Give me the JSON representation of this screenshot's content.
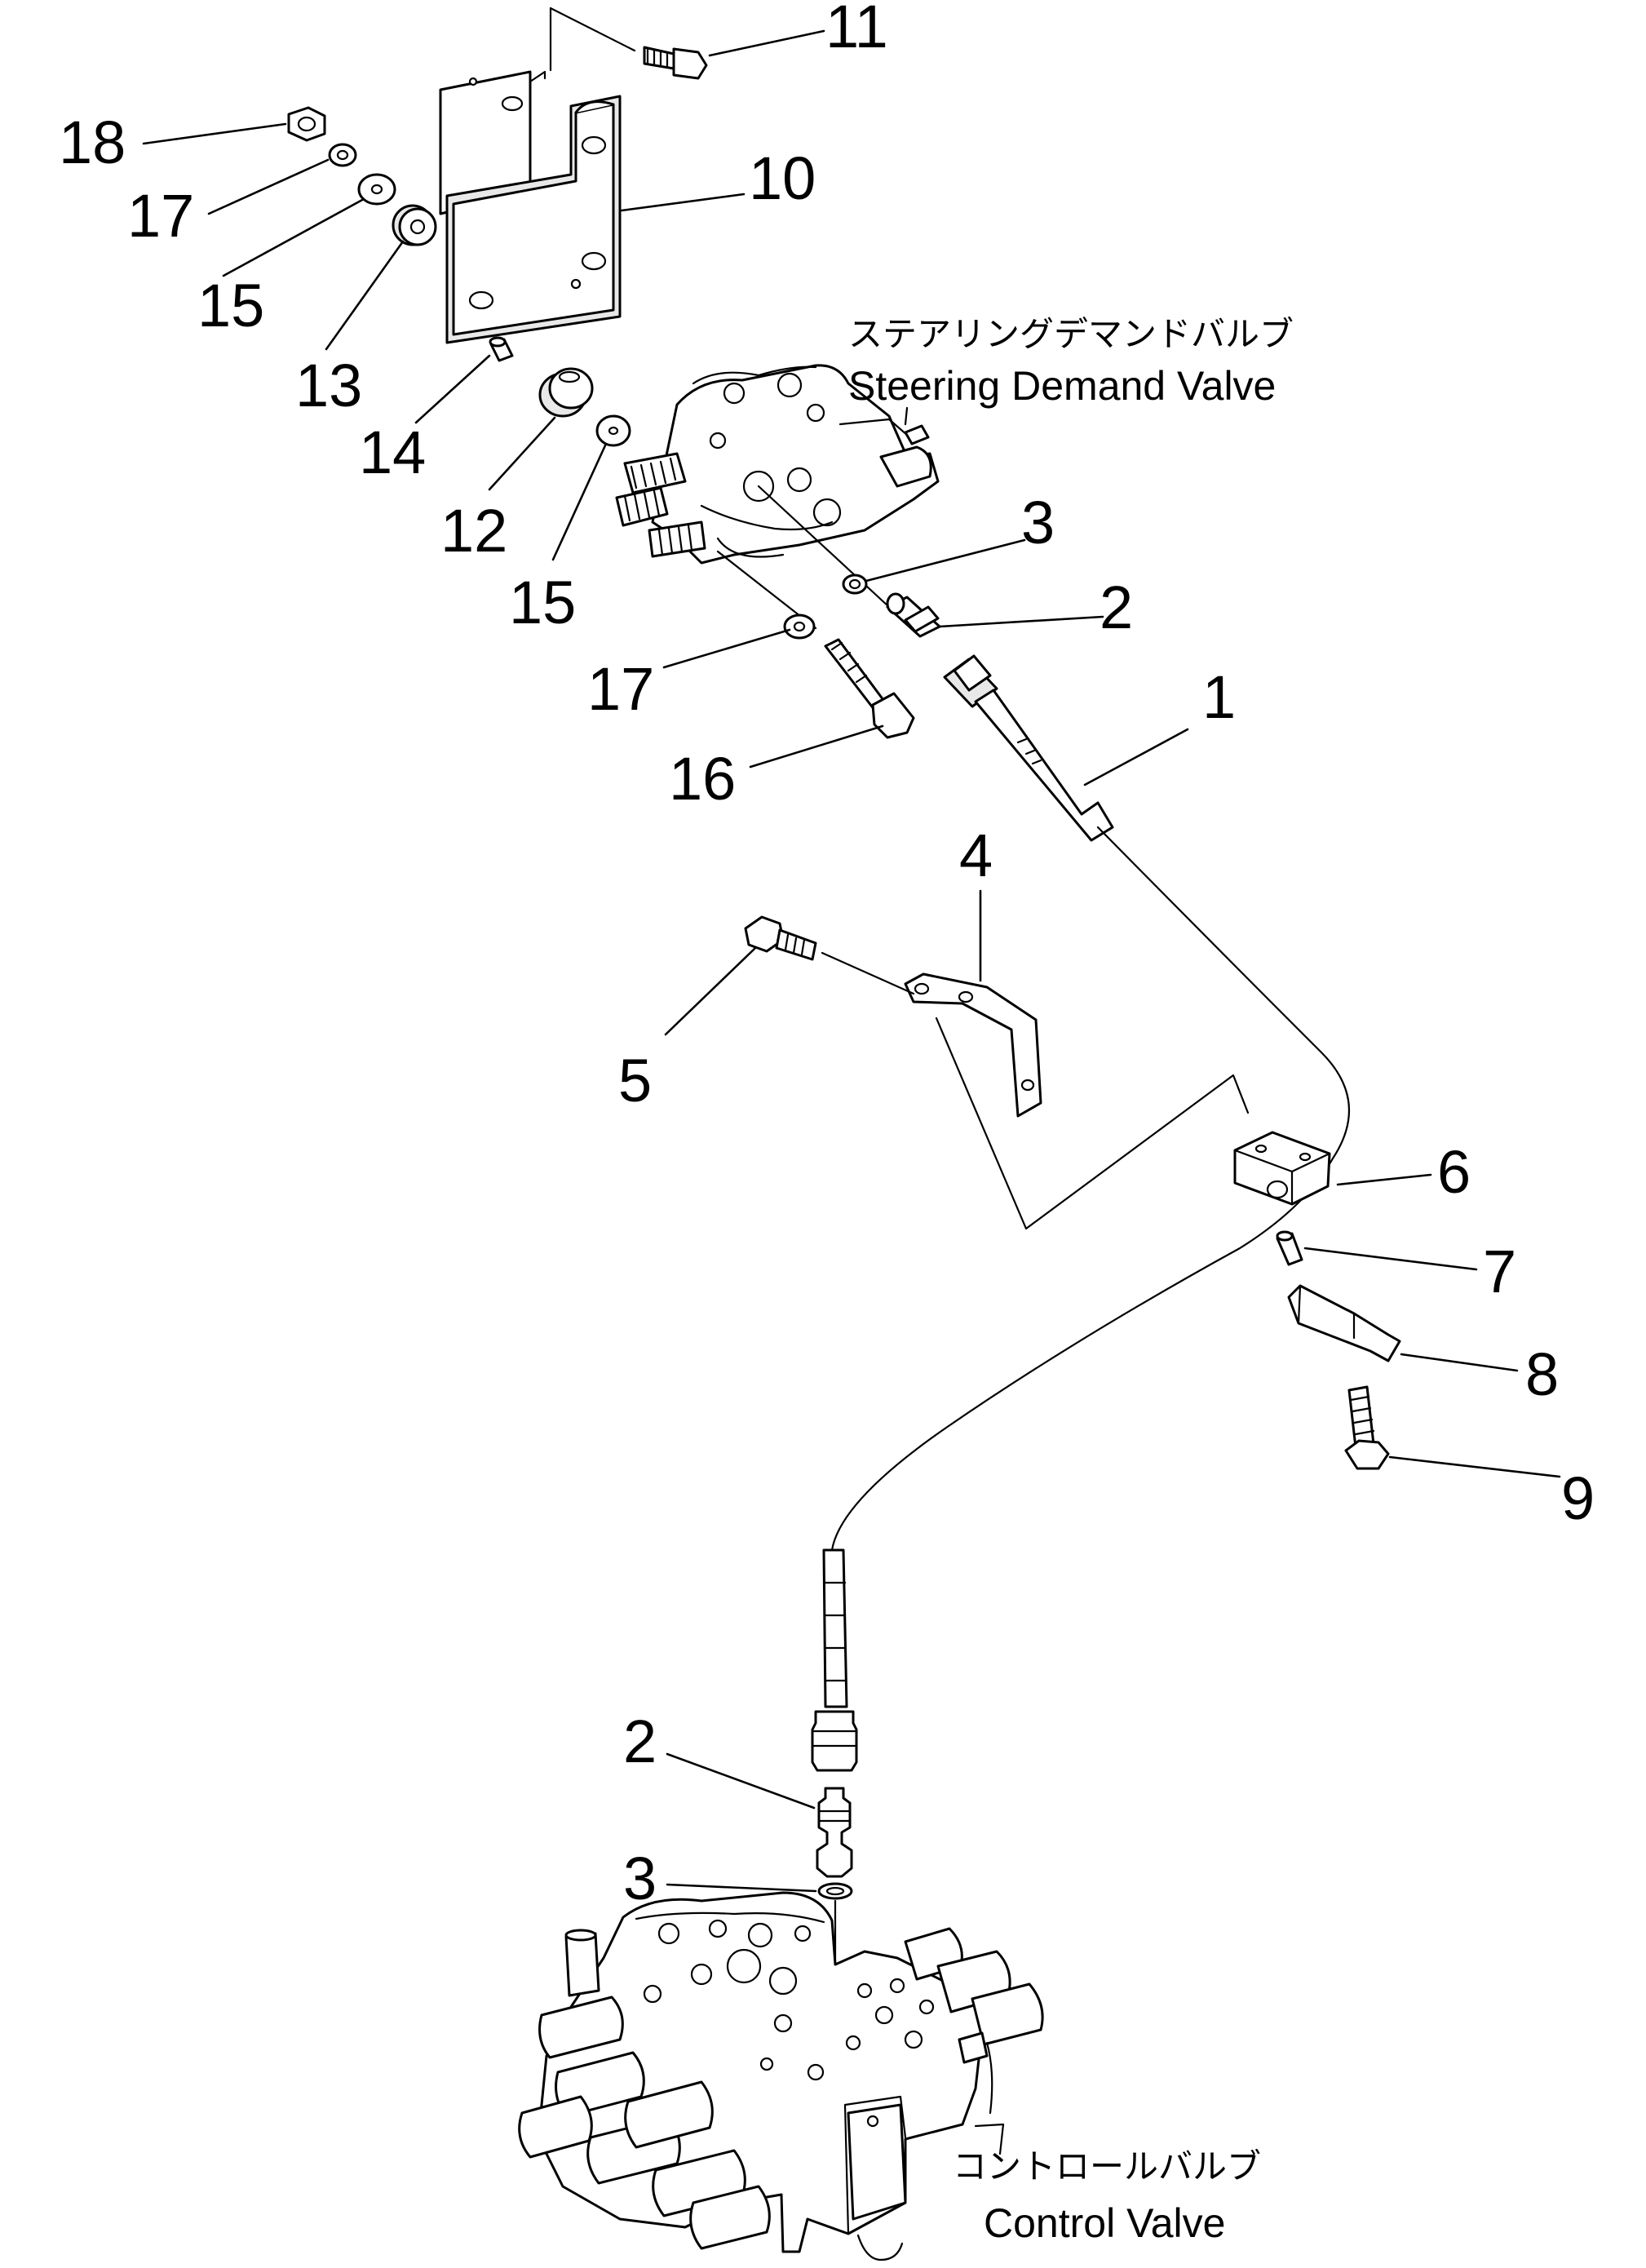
{
  "components": {
    "steering_valve": {
      "label_jp": "ステアリングデマンドバルブ",
      "label_en": "Steering Demand Valve"
    },
    "control_valve": {
      "label_jp": "コントロールバルブ",
      "label_en": "Control Valve"
    }
  },
  "callouts": {
    "c1": "1",
    "c2a": "2",
    "c2b": "2",
    "c3a": "3",
    "c3b": "3",
    "c4": "4",
    "c5": "5",
    "c6": "6",
    "c7": "7",
    "c8": "8",
    "c9": "9",
    "c10": "10",
    "c11": "11",
    "c12": "12",
    "c13": "13",
    "c14": "14",
    "c15a": "15",
    "c15b": "15",
    "c16": "16",
    "c17a": "17",
    "c17b": "17",
    "c18": "18"
  }
}
